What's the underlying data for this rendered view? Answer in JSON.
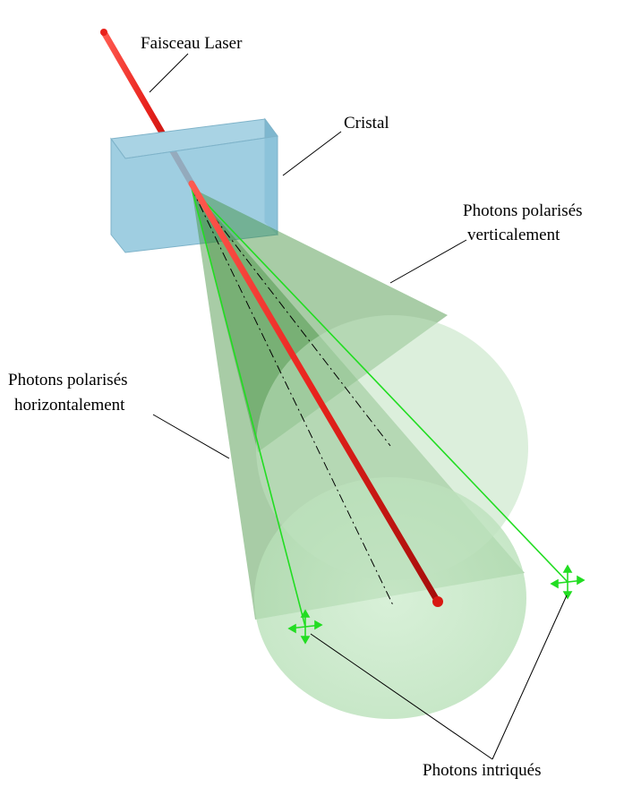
{
  "labels": {
    "laser": "Faisceau Laser",
    "crystal": "Cristal",
    "vertical_line1": "Photons polarisés",
    "vertical_line2": "verticalement",
    "horizontal_line1": "Photons polarisés",
    "horizontal_line2": "horizontalement",
    "entangled": "Photons intriqués"
  },
  "colors": {
    "laser": "#e8221c",
    "crystal": "#8ec6dc",
    "cone": "#3f8f3a",
    "disk": "#bfe6bf",
    "ray": "#22dd22",
    "leader": "#000000"
  },
  "icons": {
    "polarization_marker": "four-way-arrow-icon"
  }
}
